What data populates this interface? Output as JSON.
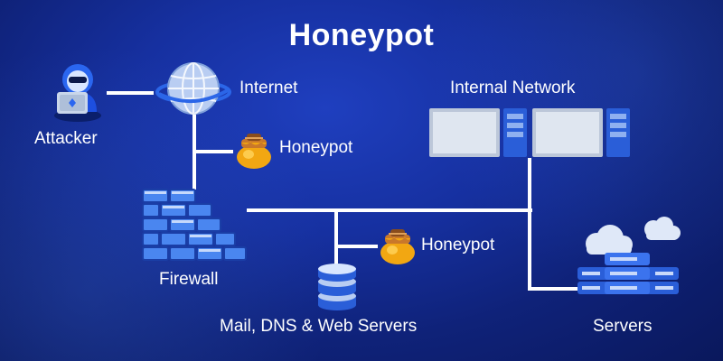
{
  "title": "Honeypot",
  "nodes": {
    "attacker": "Attacker",
    "internet": "Internet",
    "honeypot_top": "Honeypot",
    "internal_network": "Internal Network",
    "firewall": "Firewall",
    "honeypot_mid": "Honeypot",
    "mail_servers": "Mail, DNS & Web Servers",
    "servers": "Servers"
  },
  "icons": {
    "attacker": "hacker-icon",
    "internet": "globe-icon",
    "honeypot": "honey-jar-icon",
    "internal_network": "desktop-computer-icon",
    "firewall": "brick-wall-icon",
    "mail_servers": "server-stack-icon",
    "servers": "server-cloud-icon"
  },
  "colors": {
    "background": "#1630a0",
    "lines": "#ffffff",
    "text": "#ffffff"
  }
}
